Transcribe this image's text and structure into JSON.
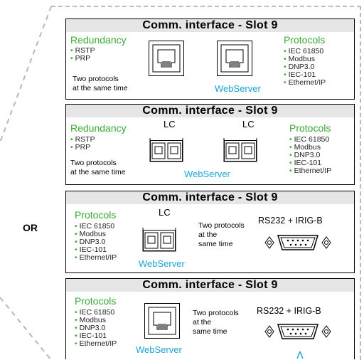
{
  "or_label": "OR",
  "cards": [
    {
      "title": "Comm. interface - Slot 9",
      "left_title": "Redundancy",
      "left_items": [
        "RSTP",
        "PRP"
      ],
      "note_lines": [
        "Two protocols",
        "at the same time"
      ],
      "webserver": "WebServer",
      "right_title": "Protocols",
      "right_items": [
        "IEC 61850",
        "Modbus",
        "DNP3.0",
        "IEC-101",
        "Ethernet/IP"
      ]
    },
    {
      "title": "Comm. interface - Slot 9",
      "left_title": "Redundancy",
      "left_items": [
        "RSTP",
        "PRP"
      ],
      "note_lines": [
        "Two protocols",
        "at the same time"
      ],
      "lc_labels": [
        "LC",
        "LC"
      ],
      "webserver": "WebServer",
      "right_title": "Protocols",
      "right_items": [
        "IEC 61850",
        "Modbus",
        "DNP3.0",
        "IEC-101",
        "Ethernet/IP"
      ]
    },
    {
      "title": "Comm. interface - Slot 9",
      "left_title": "Protocols",
      "left_items": [
        "IEC 61850",
        "Modbus",
        "DNP3.0",
        "IEC-101",
        "Ethernet/IP"
      ],
      "lc_label": "LC",
      "note_lines": [
        "Two protocols",
        "at the",
        "same time"
      ],
      "webserver": "WebServer",
      "rs_label": "RS232 + IRIG-B"
    },
    {
      "title": "Comm. interface - Slot 9",
      "left_title": "Protocols",
      "left_items": [
        "IEC 61850",
        "Modbus",
        "DNP3.0",
        "IEC-101",
        "Ethernet/IP"
      ],
      "note_lines": [
        "Two protocols",
        "at the",
        "same time"
      ],
      "webserver": "WebServer",
      "rs_label": "RS232 + IRIG-B"
    }
  ],
  "colors": {
    "accent_green": "#3aa935",
    "accent_cyan": "#1ba3d6",
    "title_bg": "#e6e6e6"
  }
}
